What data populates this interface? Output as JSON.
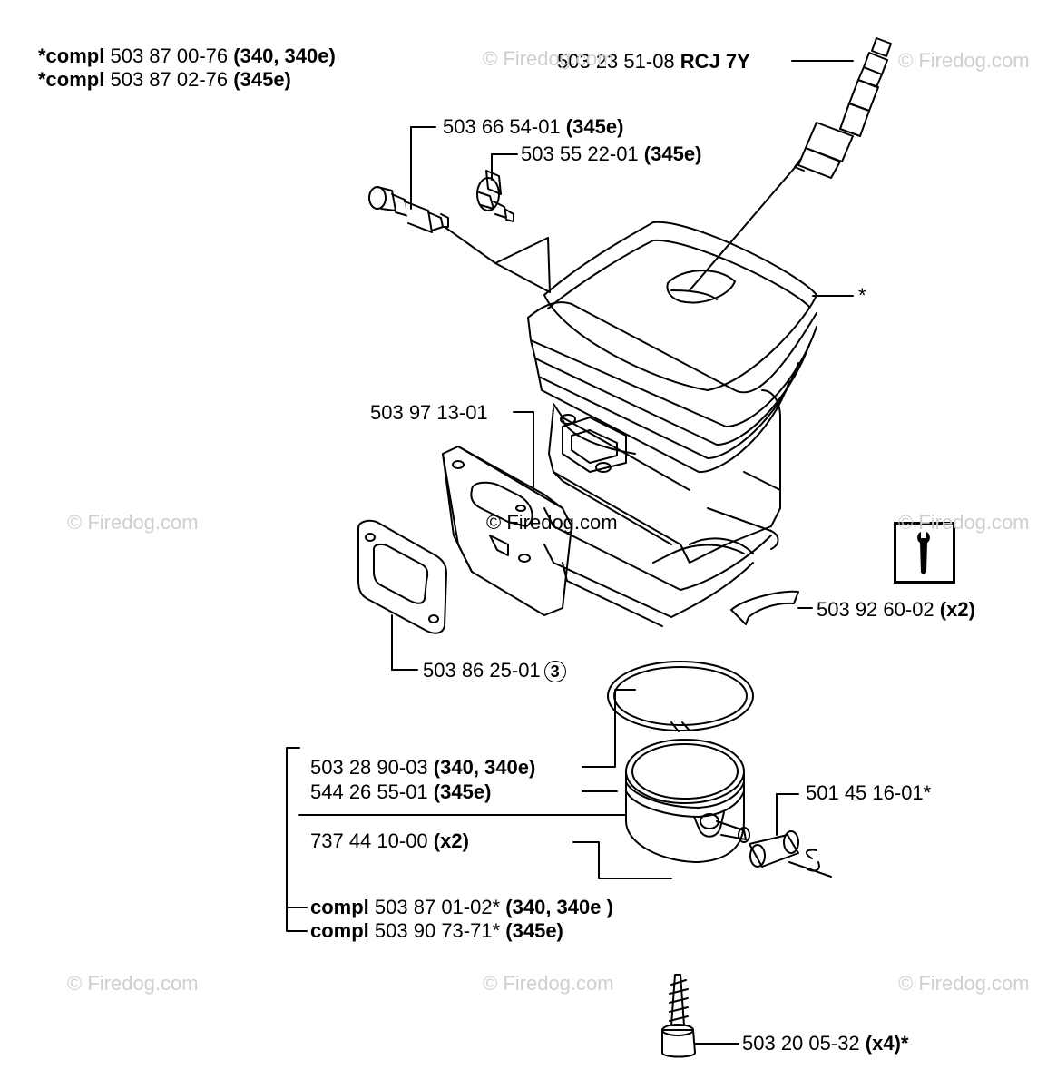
{
  "watermark": "© Firedog.com",
  "labels": {
    "compl_1": {
      "prefix": "*compl",
      "number": "503 87 00-76",
      "suffix": "(340, 340e)"
    },
    "compl_2": {
      "prefix": "*compl",
      "number": "503 87 02-76",
      "suffix": "(345e)"
    },
    "spark_plug": {
      "number": "503 23 51-08",
      "suffix": "RCJ 7Y"
    },
    "decomp_valve": {
      "number": "503 66 54-01",
      "suffix": "(345e)"
    },
    "plug_fitting": {
      "number": "503 55 22-01",
      "suffix": "(345e)"
    },
    "cylinder_star": "*",
    "intake_gasket": {
      "number": "503 97 13-01"
    },
    "cylinder_gasket": {
      "number": "503 86 25-01",
      "badge": "3"
    },
    "piston_rings": {
      "number": "503 92 60-02",
      "suffix": "(x2)"
    },
    "piston_1": {
      "number": "503 28 90-03",
      "suffix": "(340, 340e)"
    },
    "piston_2": {
      "number": "544 26 55-01",
      "suffix": "(345e)"
    },
    "circlip": {
      "number": "737 44 10-00",
      "suffix": "(x2)"
    },
    "needle_bearing": {
      "number": "501 45 16-01*"
    },
    "piston_compl_1": {
      "prefix": "compl",
      "number": "503 87 01-02*",
      "suffix": "(340, 340e )"
    },
    "piston_compl_2": {
      "prefix": "compl",
      "number": "503 90 73-71*",
      "suffix": "(345e)"
    },
    "screw": {
      "number": "503 20 05-32",
      "suffix": "(x4)*"
    }
  }
}
